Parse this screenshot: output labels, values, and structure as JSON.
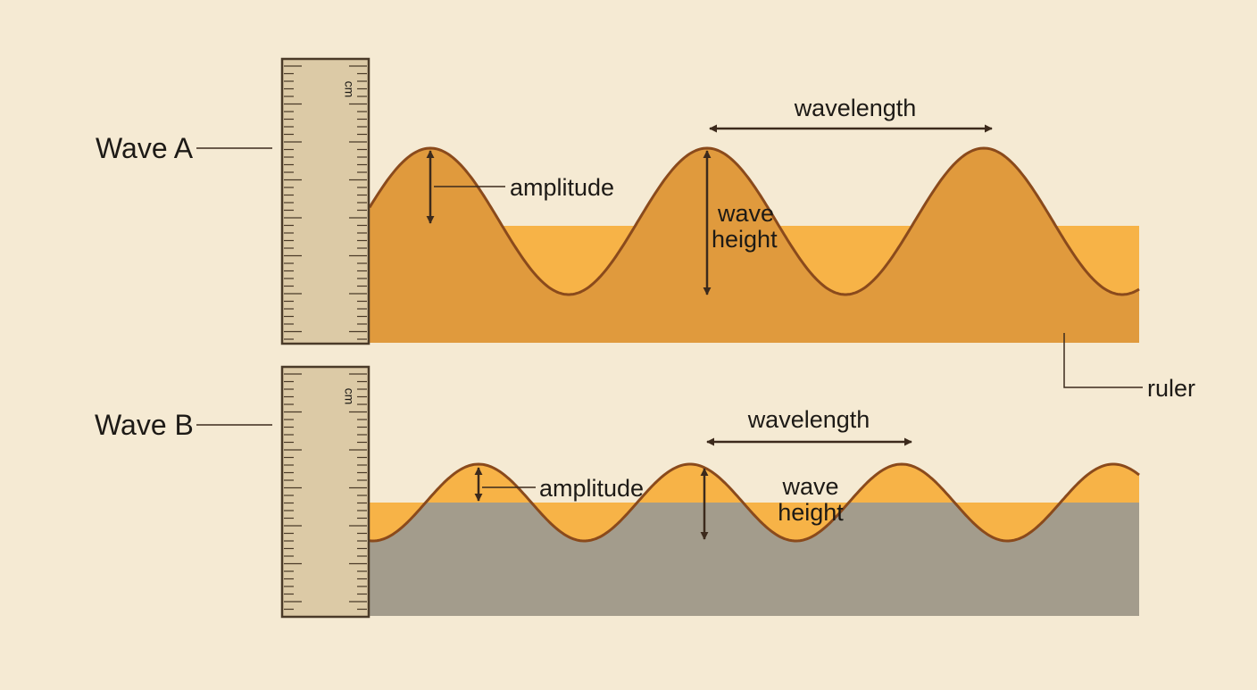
{
  "colors": {
    "background": "#f5ead3",
    "wave_fill": "#f7b347",
    "wave_body": "#e09a3d",
    "wave_line": "#8a4a1c",
    "water_gray": "#a39c8c",
    "ruler_fill": "#dccaa6",
    "ruler_border": "#4a3a28",
    "arrow": "#3c2a1c",
    "text": "#1d1a16"
  },
  "icons": [
    "ruler-icon",
    "double-arrow-icon"
  ],
  "wave_a": {
    "name": "Wave A",
    "amplitude_label": "amplitude",
    "wavelength_label": "wavelength",
    "wave_height_line1": "wave",
    "wave_height_line2": "height",
    "ruler_unit": "cm"
  },
  "wave_b": {
    "name": "Wave B",
    "amplitude_label": "amplitude",
    "wavelength_label": "wavelength",
    "wave_height_line1": "wave",
    "wave_height_line2": "height",
    "ruler_unit": "cm"
  },
  "ruler_callout": "ruler"
}
